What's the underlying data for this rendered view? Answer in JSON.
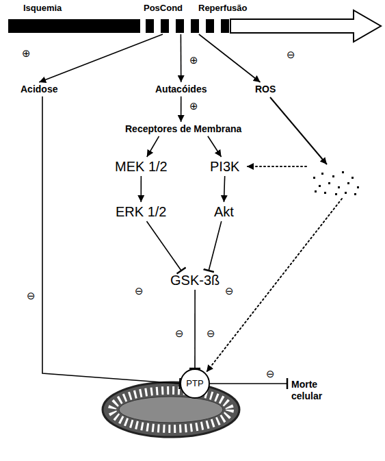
{
  "diagram": {
    "nodes": [
      {
        "text": [
          "Isquemia"
        ]
      },
      {
        "text": [
          "PosCond"
        ]
      },
      {
        "text": [
          "Reperfusão"
        ]
      },
      {
        "text": [
          "Acidose"
        ]
      },
      {
        "text": [
          "Autacóides"
        ]
      },
      {
        "text": [
          "ROS"
        ]
      },
      {
        "text": [
          "Receptores de Membrana"
        ]
      },
      {
        "text": [
          "MEK 1/2"
        ]
      },
      {
        "text": [
          "ERK 1/2"
        ]
      },
      {
        "text": [
          "PI3K"
        ]
      },
      {
        "text": [
          "Akt"
        ]
      },
      {
        "text": [
          "GSK-3ß"
        ]
      },
      {
        "text": [
          "PTP"
        ]
      },
      {
        "text": [
          "Morte celular"
        ]
      }
    ],
    "edges": [
      {
        "from": 1,
        "to": 3,
        "arrow": "to"
      },
      {
        "from": 1,
        "to": 4,
        "arrow": "to"
      },
      {
        "from": 1,
        "to": 5,
        "arrow": "to"
      },
      {
        "from": 4,
        "to": 6,
        "arrow": "to"
      },
      {
        "from": 6,
        "to": 7,
        "arrow": "to"
      },
      {
        "from": 6,
        "to": 9,
        "arrow": "to"
      },
      {
        "from": 7,
        "to": 8,
        "arrow": "to"
      },
      {
        "from": 9,
        "to": 10,
        "arrow": "to"
      },
      {
        "from": 8,
        "to": 11,
        "arrow": "to"
      },
      {
        "from": 10,
        "to": 11,
        "arrow": "to"
      },
      {
        "from": 11,
        "to": 12,
        "arrow": "to"
      },
      {
        "from": 3,
        "to": 12,
        "arrow": "to"
      },
      {
        "from": 12,
        "to": 13,
        "arrow": "to"
      }
    ],
    "labels": [
      "⊕",
      "⊕",
      "⊖",
      "⊕",
      "⊖",
      "⊖",
      "⊖",
      "⊖",
      "⊖",
      "⊖"
    ]
  }
}
